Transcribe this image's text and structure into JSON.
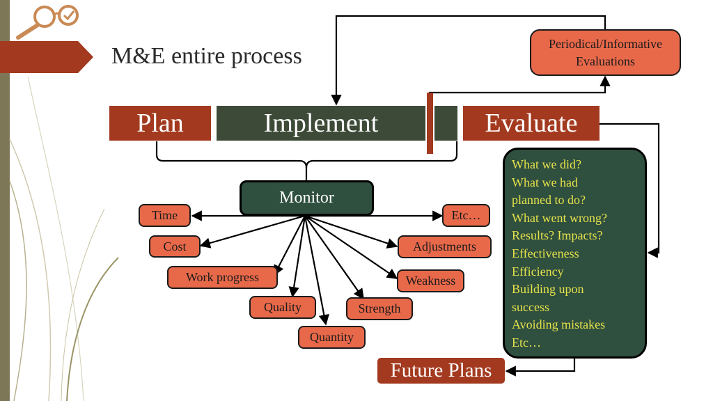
{
  "slide": {
    "title": "M&E entire process",
    "logo_icon": "magnifier-logo-icon",
    "colors": {
      "red": "#a33a1f",
      "green": "#3d4a38",
      "salmon": "#e8694a",
      "dark_green": "#2f4f3f",
      "yellow": "#e6e34a",
      "sidebar": "#7d7758"
    }
  },
  "stages": {
    "plan": "Plan",
    "implement": "Implement",
    "evaluate": "Evaluate"
  },
  "periodical": "Periodical/Informative\nEvaluations",
  "monitor": {
    "label": "Monitor",
    "items": [
      "Time",
      "Cost",
      "Work progress",
      "Quality",
      "Quantity",
      "Strength",
      "Weakness",
      "Adjustments",
      "Etc…"
    ]
  },
  "evaluate_list": [
    "What we did?",
    "What we had",
    "planned to do?",
    "What went wrong?",
    "Results? Impacts?",
    "Effectiveness",
    "Efficiency",
    "Building upon",
    "success",
    "Avoiding mistakes",
    "Etc…"
  ],
  "future_plans": "Future Plans"
}
